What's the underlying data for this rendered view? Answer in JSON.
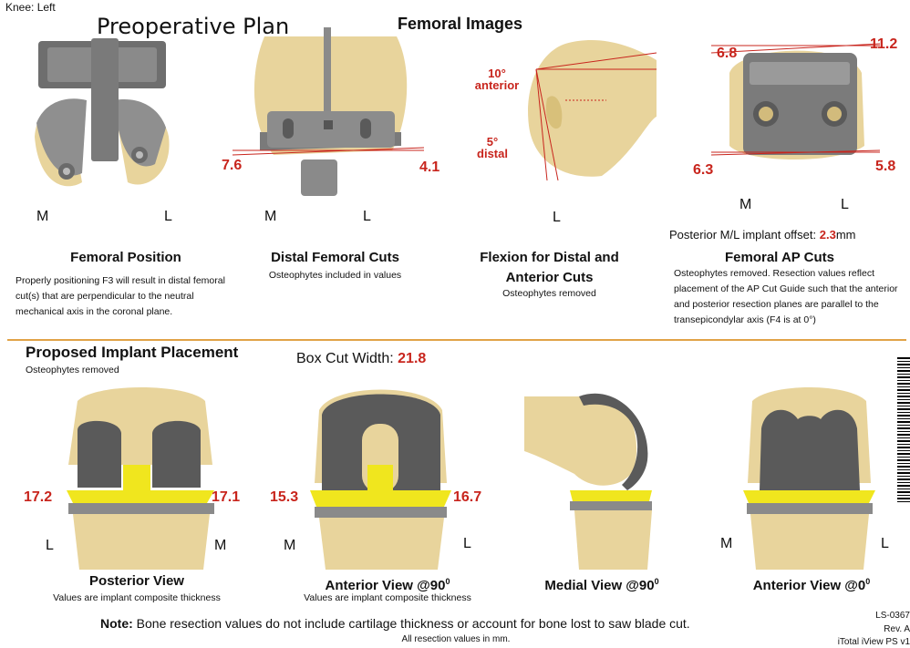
{
  "header": {
    "knee": "Knee: Left",
    "plan_title": "Preoperative Plan",
    "section_title": "Femoral Images"
  },
  "femoral": {
    "position": {
      "side_left": "M",
      "side_right": "L",
      "title": "Femoral Position",
      "description": "Properly positioning F3 will result in distal femoral cut(s) that are perpendicular to the neutral mechanical axis in the coronal plane."
    },
    "distal": {
      "value_left": "7.6",
      "value_right": "4.1",
      "side_left": "M",
      "side_right": "L",
      "title": "Distal Femoral Cuts",
      "subtitle": "Osteophytes included in values"
    },
    "flexion": {
      "anterior_value": "10°",
      "anterior_label": "anterior",
      "distal_value": "5°",
      "distal_label": "distal",
      "side": "L",
      "title_line1": "Flexion for Distal and",
      "title_line2": "Anterior Cuts",
      "subtitle": "Osteophytes removed"
    },
    "ap": {
      "top_left": "6.8",
      "top_right": "11.2",
      "bottom_left": "6.3",
      "bottom_right": "5.8",
      "side_left": "M",
      "side_right": "L",
      "offset_label": "Posterior M/L implant offset:",
      "offset_value": "2.3",
      "offset_unit": "mm",
      "title": "Femoral AP Cuts",
      "description": "Osteophytes removed. Resection values reflect placement of the AP Cut Guide such that the anterior and posterior resection planes are parallel to the transepicondylar axis (F4 is at 0°)"
    }
  },
  "implant": {
    "title": "Proposed Implant Placement",
    "subtitle": "Osteophytes removed",
    "box_cut_label": "Box Cut Width:",
    "box_cut_value": "21.8",
    "posterior": {
      "value_left": "17.2",
      "value_right": "17.1",
      "side_left": "L",
      "side_right": "M",
      "title": "Posterior View",
      "subtitle": "Values are implant composite thickness"
    },
    "anterior90": {
      "value_left": "15.3",
      "value_right": "16.7",
      "side_left": "M",
      "side_right": "L",
      "title": "Anterior View @90",
      "title_sup": "0",
      "subtitle": "Values are implant composite thickness"
    },
    "medial90": {
      "title": "Medial View @90",
      "title_sup": "0"
    },
    "anterior0": {
      "side_left": "M",
      "side_right": "L",
      "title": "Anterior View @0",
      "title_sup": "0"
    }
  },
  "footer": {
    "note_label": "Note:",
    "note_text": " Bone resection values do not include cartilage thickness or account for bone lost to saw blade cut.",
    "units_text": "All resection values in mm.",
    "doc_code": "LS-0367",
    "rev": "Rev. A",
    "product": "iTotal iView PS v1"
  },
  "colors": {
    "bone": "#e8d49c",
    "implant": "#5a5a5a",
    "insert": "#f0e61e",
    "values": "#c8251d",
    "divider": "#e1a347"
  }
}
